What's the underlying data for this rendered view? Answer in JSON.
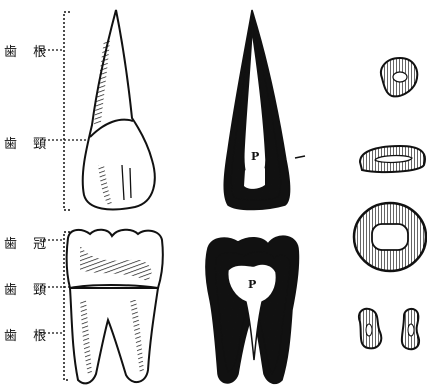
{
  "labels": {
    "upper": {
      "root": "歯 根",
      "neck": "歯 頸"
    },
    "lower": {
      "crown": "歯 冠",
      "neck": "歯 頸",
      "root": "歯 根"
    }
  },
  "pulp_label": "P",
  "colors": {
    "ink": "#111111",
    "paper": "#ffffff"
  }
}
